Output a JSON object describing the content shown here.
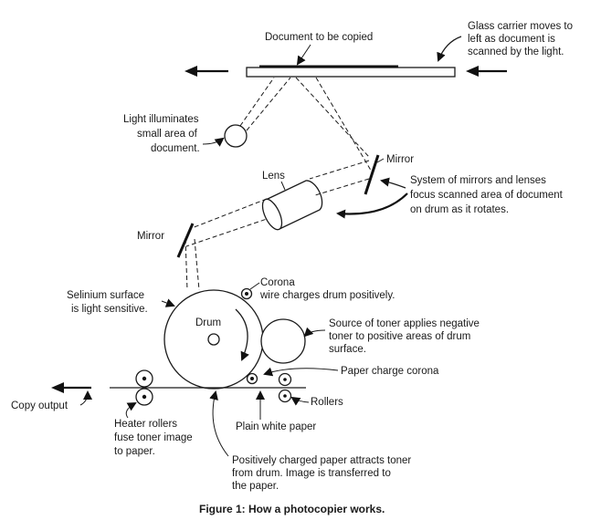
{
  "caption": "Figure 1:  How a photocopier works.",
  "labels": {
    "document": "Document to be copied",
    "glass_1": "Glass carrier moves to",
    "glass_2": "left as document is",
    "glass_3": "scanned by the light.",
    "light_1": "Light illuminates",
    "light_2": "small area of",
    "light_3": "document.",
    "mirror_top": "Mirror",
    "lens": "Lens",
    "system_1": "System of mirrors and lenses",
    "system_2": "focus scanned area of document",
    "system_3": "on drum as it rotates.",
    "mirror_left": "Mirror",
    "corona_1": "Corona",
    "corona_2": "wire charges drum positively.",
    "selenium_1": "Selinium surface",
    "selenium_2": "is light sensitive.",
    "drum": "Drum",
    "toner_1": "Source of toner applies negative",
    "toner_2": "toner to positive areas of drum",
    "toner_3": "surface.",
    "paper_corona": "Paper charge corona",
    "copy_output": "Copy output",
    "rollers": "Rollers",
    "heater_1": "Heater rollers",
    "heater_2": "fuse toner image",
    "heater_3": "to paper.",
    "plain_paper": "Plain white paper",
    "pos_1": "Positively charged paper attracts toner",
    "pos_2": "from drum. Image is transferred to",
    "pos_3": "the paper."
  }
}
